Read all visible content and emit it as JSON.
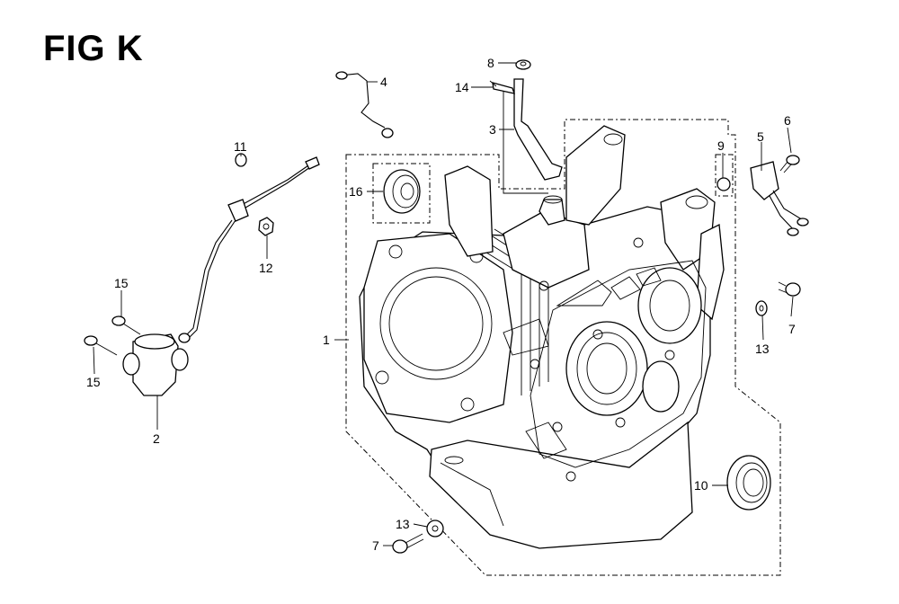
{
  "figure": {
    "title": "FIG K"
  },
  "callouts": [
    {
      "id": "c1",
      "text": "1"
    },
    {
      "id": "c2",
      "text": "2"
    },
    {
      "id": "c3",
      "text": "3"
    },
    {
      "id": "c4",
      "text": "4"
    },
    {
      "id": "c5",
      "text": "5"
    },
    {
      "id": "c6",
      "text": "6"
    },
    {
      "id": "c7a",
      "text": "7"
    },
    {
      "id": "c7b",
      "text": "7"
    },
    {
      "id": "c8",
      "text": "8"
    },
    {
      "id": "c9",
      "text": "9"
    },
    {
      "id": "c10",
      "text": "10"
    },
    {
      "id": "c11",
      "text": "11"
    },
    {
      "id": "c12",
      "text": "12"
    },
    {
      "id": "c13a",
      "text": "13"
    },
    {
      "id": "c13b",
      "text": "13"
    },
    {
      "id": "c14",
      "text": "14"
    },
    {
      "id": "c15a",
      "text": "15"
    },
    {
      "id": "c15b",
      "text": "15"
    },
    {
      "id": "c16",
      "text": "16"
    }
  ]
}
